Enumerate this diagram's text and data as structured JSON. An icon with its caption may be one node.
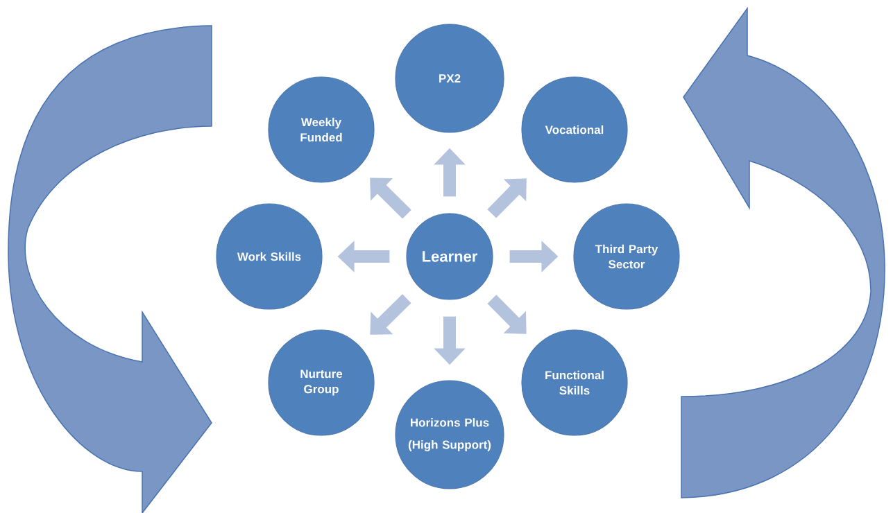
{
  "diagram": {
    "nodes": [
      {
        "text": [
          "Learner"
        ]
      },
      {
        "text": [
          "PX2"
        ]
      },
      {
        "text": [
          "Vocational"
        ]
      },
      {
        "text": [
          "Third Party Sector"
        ]
      },
      {
        "text": [
          "Functional Skills"
        ]
      },
      {
        "text": [
          "Horizons Plus",
          "(High Support)"
        ]
      },
      {
        "text": [
          "Nurture Group"
        ]
      },
      {
        "text": [
          "Work Skills"
        ]
      },
      {
        "text": [
          "Weekly Funded"
        ]
      }
    ],
    "edges": [
      {
        "from": 0,
        "to": 1,
        "arrow": "to"
      },
      {
        "from": 0,
        "to": 2,
        "arrow": "to"
      },
      {
        "from": 0,
        "to": 3,
        "arrow": "to"
      },
      {
        "from": 0,
        "to": 4,
        "arrow": "to"
      },
      {
        "from": 0,
        "to": 5,
        "arrow": "to"
      },
      {
        "from": 0,
        "to": 6,
        "arrow": "to"
      },
      {
        "from": 0,
        "to": 7,
        "arrow": "to"
      },
      {
        "from": 0,
        "to": 8,
        "arrow": "to"
      }
    ]
  }
}
